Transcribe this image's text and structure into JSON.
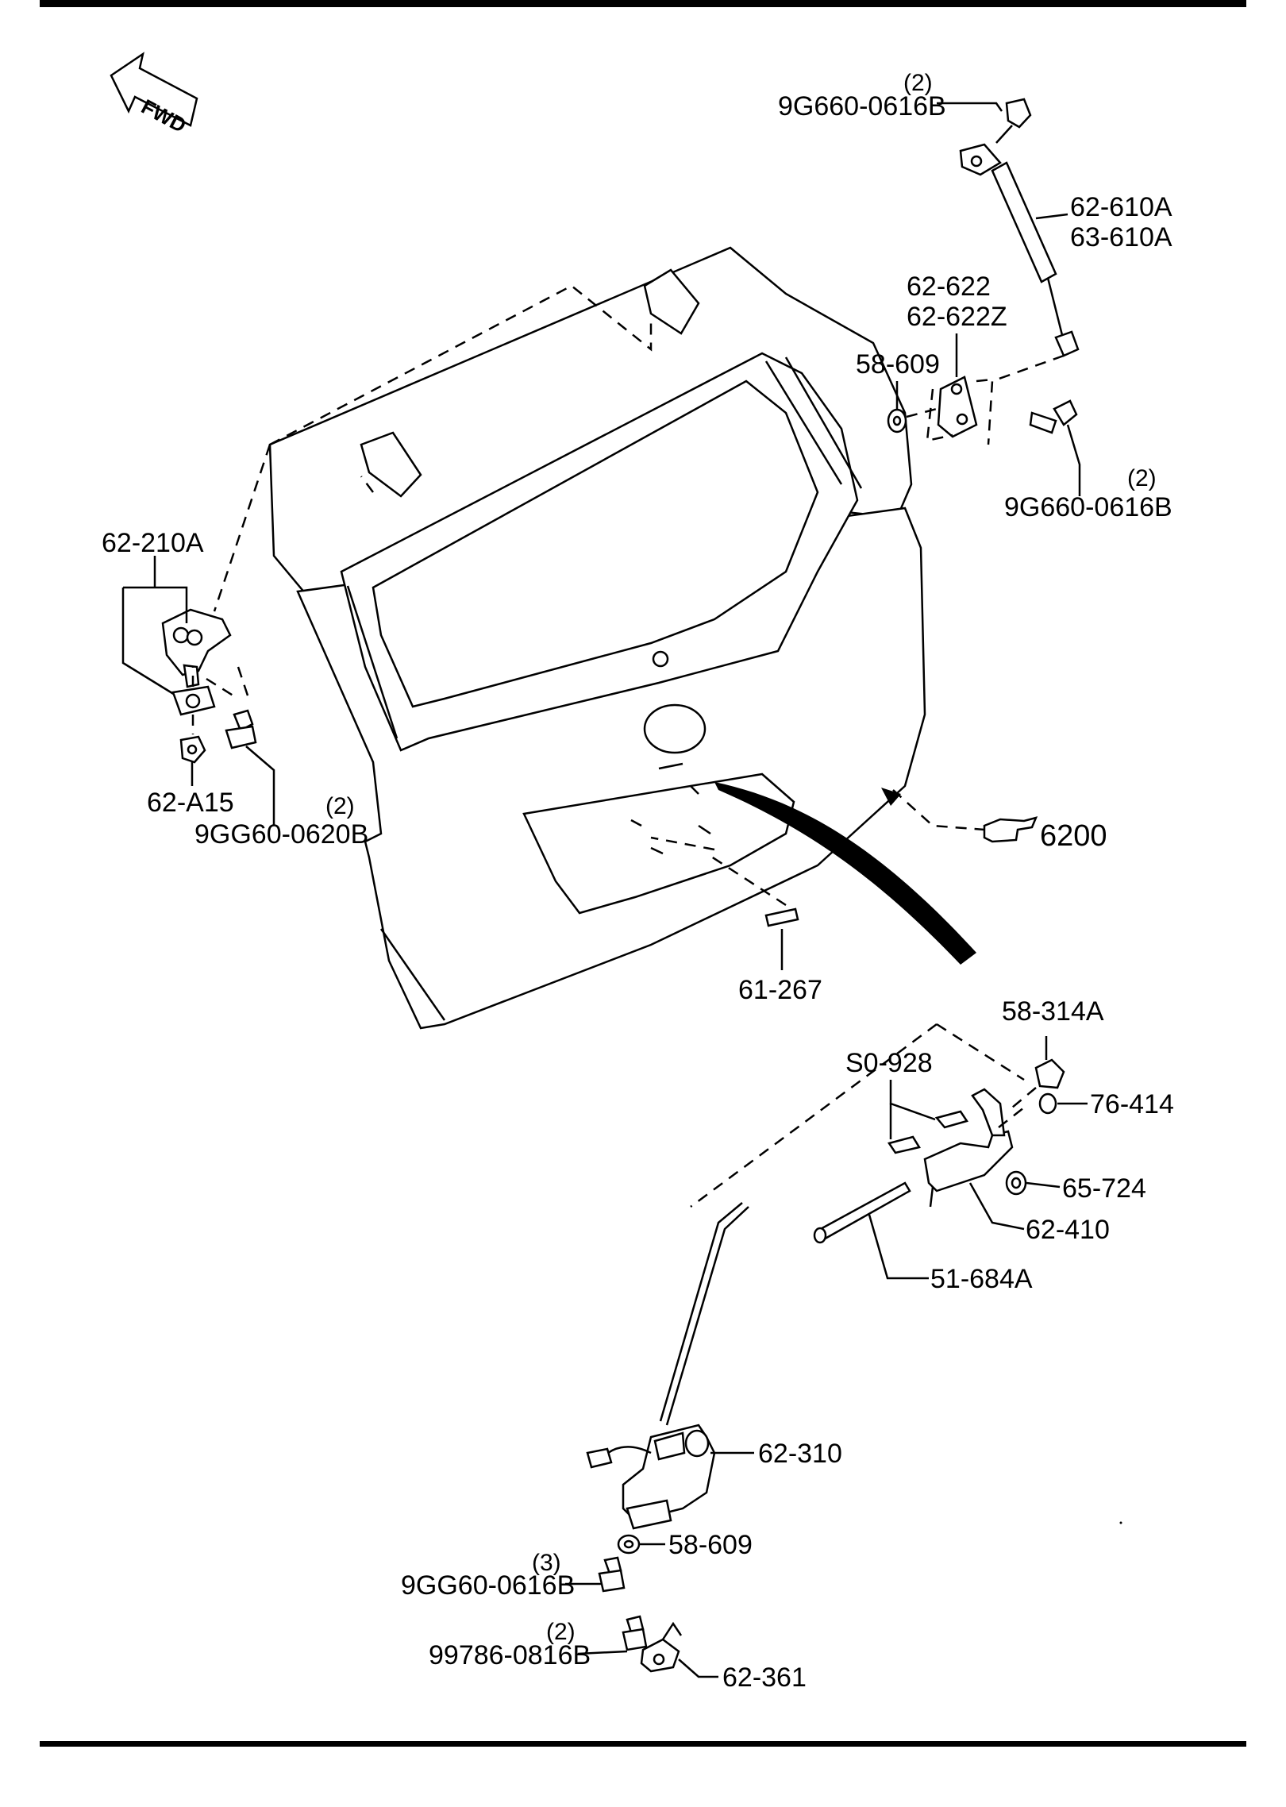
{
  "diagram": {
    "fwd_label": "FWD",
    "ref_arrow_label": "6200",
    "parts": [
      {
        "id": "p1",
        "number": "9G660-0616B",
        "qty": "(2)"
      },
      {
        "id": "p2",
        "number": "62-610A",
        "alt": "63-610A"
      },
      {
        "id": "p3",
        "number": "62-622",
        "alt": "62-622Z"
      },
      {
        "id": "p4",
        "number": "58-609"
      },
      {
        "id": "p5",
        "number": "9G660-0616B",
        "qty": "(2)"
      },
      {
        "id": "p6",
        "number": "62-210A"
      },
      {
        "id": "p7",
        "number": "62-A15"
      },
      {
        "id": "p8",
        "number": "9GG60-0620B",
        "qty": "(2)"
      },
      {
        "id": "p9",
        "number": "61-267"
      },
      {
        "id": "p10",
        "number": "58-314A"
      },
      {
        "id": "p11",
        "number": "S0-928"
      },
      {
        "id": "p12",
        "number": "76-414"
      },
      {
        "id": "p13",
        "number": "65-724"
      },
      {
        "id": "p14",
        "number": "62-410"
      },
      {
        "id": "p15",
        "number": "51-684A"
      },
      {
        "id": "p16",
        "number": "62-310"
      },
      {
        "id": "p17",
        "number": "58-609"
      },
      {
        "id": "p18",
        "number": "9GG60-0616B",
        "qty": "(3)"
      },
      {
        "id": "p19",
        "number": "99786-0816B",
        "qty": "(2)"
      },
      {
        "id": "p20",
        "number": "62-361"
      }
    ]
  }
}
